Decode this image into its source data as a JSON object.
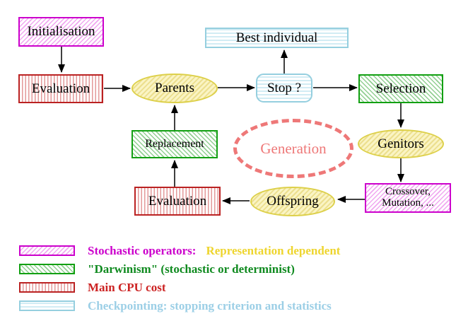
{
  "colors": {
    "magenta": "#cc00cc",
    "magenta-hatch": "#f0a8f0",
    "red": "#bb2222",
    "red-stripe": "#e39a9a",
    "green": "#12a012",
    "green-hatch": "#92cf92",
    "cyan": "#95cfdf",
    "cyan-stripe": "#d2ecf4",
    "yellow": "#ddd04a",
    "yellow-fill": "#faf4c4",
    "yellow-hatch": "#ecdf8e",
    "salmon": "#ee7878",
    "legend-yellow-text": "#eed52e",
    "legend-green-text": "#0f8a1f",
    "legend-red-text": "#cc2222",
    "legend-cyan-text": "#9ccfe6",
    "arrow": "#000000"
  },
  "nodes": {
    "initialisation": {
      "label": "Initialisation"
    },
    "evaluation_top": {
      "label": "Evaluation"
    },
    "parents": {
      "label": "Parents"
    },
    "best_individual": {
      "label": "Best individual"
    },
    "stop": {
      "label": "Stop ?"
    },
    "selection": {
      "label": "Selection"
    },
    "replacement": {
      "label": "Replacement"
    },
    "generation": {
      "label": "Generation"
    },
    "genitors": {
      "label": "Genitors"
    },
    "evaluation_bottom": {
      "label": "Evaluation"
    },
    "offspring": {
      "label": "Offspring"
    },
    "crossover": {
      "line1": "Crossover,",
      "line2": "Mutation, ..."
    }
  },
  "legend": {
    "rows": [
      {
        "title": "Stochastic operators:",
        "subtitle": "Representation dependent"
      },
      {
        "label": "\"Darwinism\" (stochastic or determinist)"
      },
      {
        "label": "Main CPU cost"
      },
      {
        "label": "Checkpointing: stopping criterion and statistics"
      }
    ]
  }
}
